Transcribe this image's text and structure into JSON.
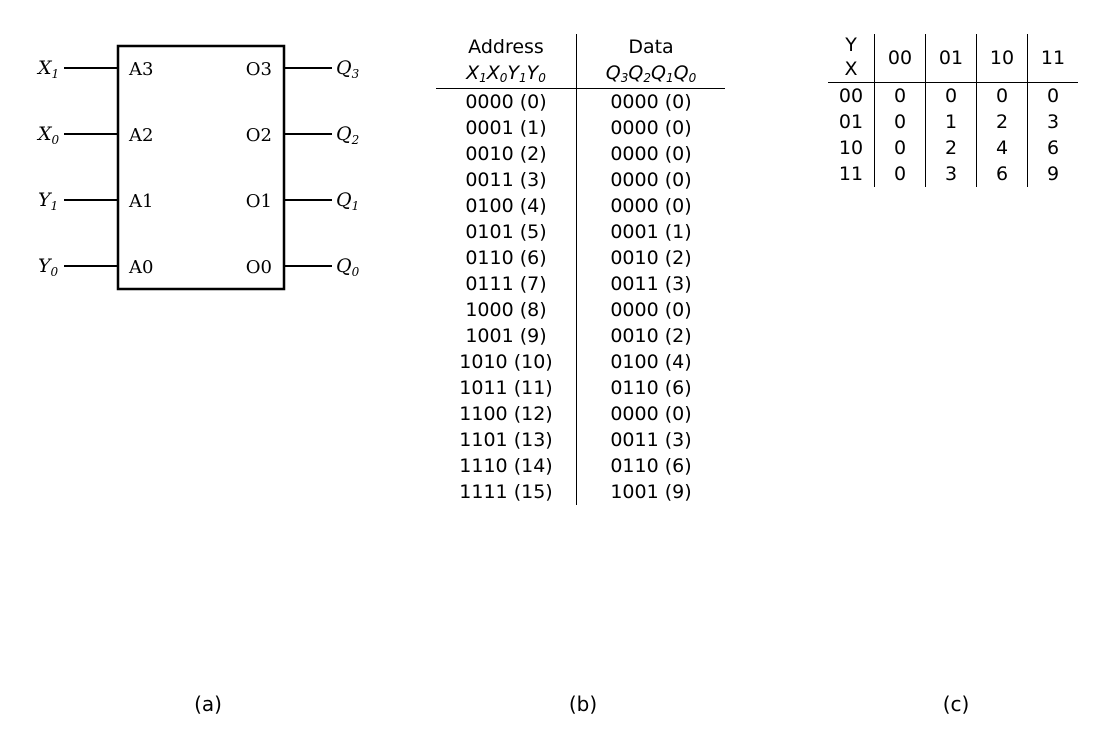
{
  "rom": {
    "inputs": [
      {
        "var": "X",
        "sub": "1",
        "pin": "A3"
      },
      {
        "var": "X",
        "sub": "0",
        "pin": "A2"
      },
      {
        "var": "Y",
        "sub": "1",
        "pin": "A1"
      },
      {
        "var": "Y",
        "sub": "0",
        "pin": "A0"
      }
    ],
    "outputs": [
      {
        "var": "Q",
        "sub": "3",
        "pin": "O3"
      },
      {
        "var": "Q",
        "sub": "2",
        "pin": "O2"
      },
      {
        "var": "Q",
        "sub": "1",
        "pin": "O1"
      },
      {
        "var": "Q",
        "sub": "0",
        "pin": "O0"
      }
    ]
  },
  "address_table": {
    "header_address": "Address",
    "header_data": "Data",
    "address_vars": [
      {
        "v": "X",
        "s": "1"
      },
      {
        "v": "X",
        "s": "0"
      },
      {
        "v": "Y",
        "s": "1"
      },
      {
        "v": "Y",
        "s": "0"
      }
    ],
    "data_vars": [
      {
        "v": "Q",
        "s": "3"
      },
      {
        "v": "Q",
        "s": "2"
      },
      {
        "v": "Q",
        "s": "1"
      },
      {
        "v": "Q",
        "s": "0"
      }
    ],
    "rows": [
      {
        "address": "0000 (0)",
        "data": "0000 (0)"
      },
      {
        "address": "0001 (1)",
        "data": "0000 (0)"
      },
      {
        "address": "0010 (2)",
        "data": "0000 (0)"
      },
      {
        "address": "0011 (3)",
        "data": "0000 (0)"
      },
      {
        "address": "0100 (4)",
        "data": "0000 (0)"
      },
      {
        "address": "0101 (5)",
        "data": "0001 (1)"
      },
      {
        "address": "0110 (6)",
        "data": "0010 (2)"
      },
      {
        "address": "0111 (7)",
        "data": "0011 (3)"
      },
      {
        "address": "1000 (8)",
        "data": "0000 (0)"
      },
      {
        "address": "1001 (9)",
        "data": "0010 (2)"
      },
      {
        "address": "1010 (10)",
        "data": "0100 (4)"
      },
      {
        "address": "1011 (11)",
        "data": "0110 (6)"
      },
      {
        "address": "1100 (12)",
        "data": "0000 (0)"
      },
      {
        "address": "1101 (13)",
        "data": "0011 (3)"
      },
      {
        "address": "1110 (14)",
        "data": "0110 (6)"
      },
      {
        "address": "1111 (15)",
        "data": "1001 (9)"
      }
    ]
  },
  "mult_table": {
    "corner_top": "Y",
    "corner_bottom": "X",
    "col_headers": [
      "00",
      "01",
      "10",
      "11"
    ],
    "rows": [
      {
        "label": "00",
        "cells": [
          "0",
          "0",
          "0",
          "0"
        ]
      },
      {
        "label": "01",
        "cells": [
          "0",
          "1",
          "2",
          "3"
        ]
      },
      {
        "label": "10",
        "cells": [
          "0",
          "2",
          "4",
          "6"
        ]
      },
      {
        "label": "11",
        "cells": [
          "0",
          "3",
          "6",
          "9"
        ]
      }
    ]
  },
  "captions": {
    "a": "(a)",
    "b": "(b)",
    "c": "(c)"
  }
}
